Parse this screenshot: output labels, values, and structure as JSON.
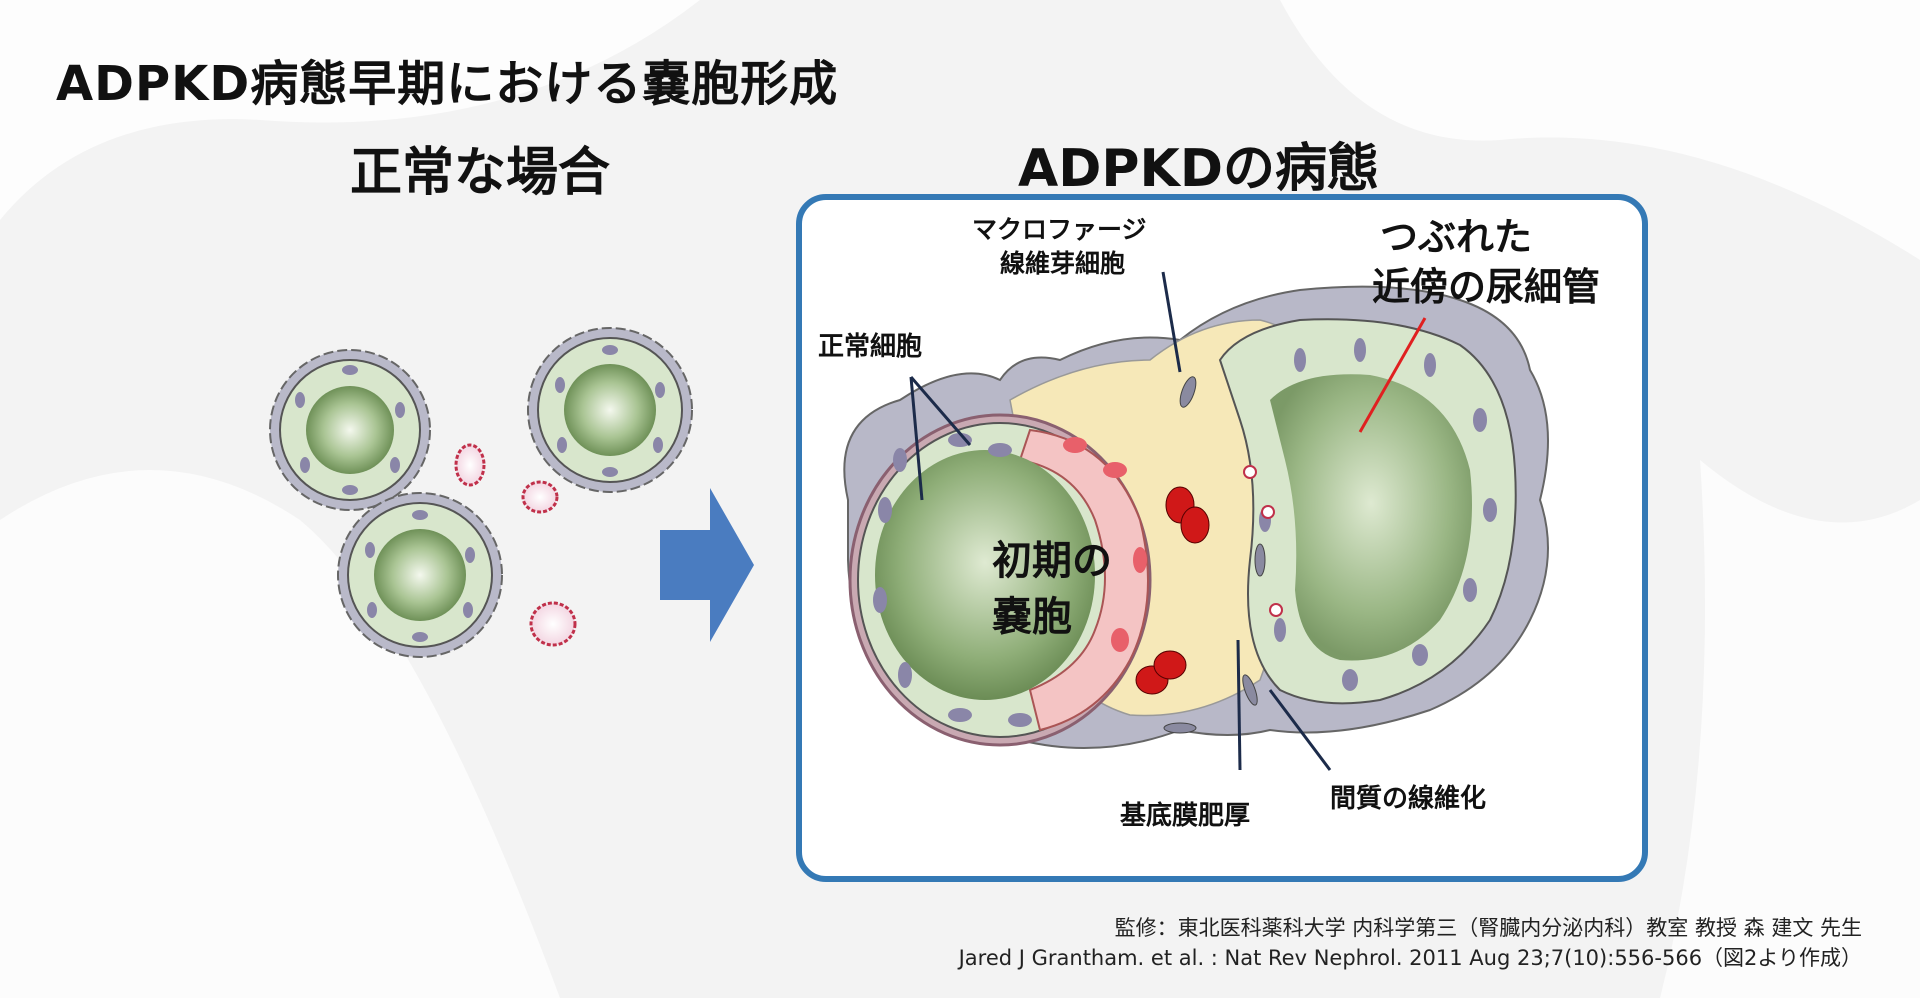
{
  "title": "ADPKD病態早期における嚢胞形成",
  "headings": {
    "normal": "正常な場合",
    "adpkd": "ADPKDの病態"
  },
  "labels": {
    "macrophage": "マクロファージ",
    "fibroblast": "線維芽細胞",
    "crushed_line1": "つぶれた",
    "crushed_line2": "近傍の尿細管",
    "normal_cell": "正常細胞",
    "early_cyst_line1": "初期の",
    "early_cyst_line2": "嚢胞",
    "basement_membrane": "基底膜肥厚",
    "interstitial_fibrosis": "間質の線維化"
  },
  "credits": {
    "supervision": "監修：東北医科薬科大学 内科学第三（腎臓内分泌内科）教室 教授 森 建文 先生",
    "reference": "Jared J Grantham. et al. : Nat Rev Nephrol. 2011 Aug 23;7(10):556-566（図2より作成）"
  },
  "colors": {
    "panel_border": "#3479b5",
    "arrow": "#4a7cc0",
    "lumen": "#8fae78",
    "cell": "#d8e6cc",
    "interstitium": "#f6e8b8",
    "outer_tissue": "#b8b8c8",
    "dividing_cell": "#f4c4c4",
    "pointer_red": "#e02020"
  }
}
